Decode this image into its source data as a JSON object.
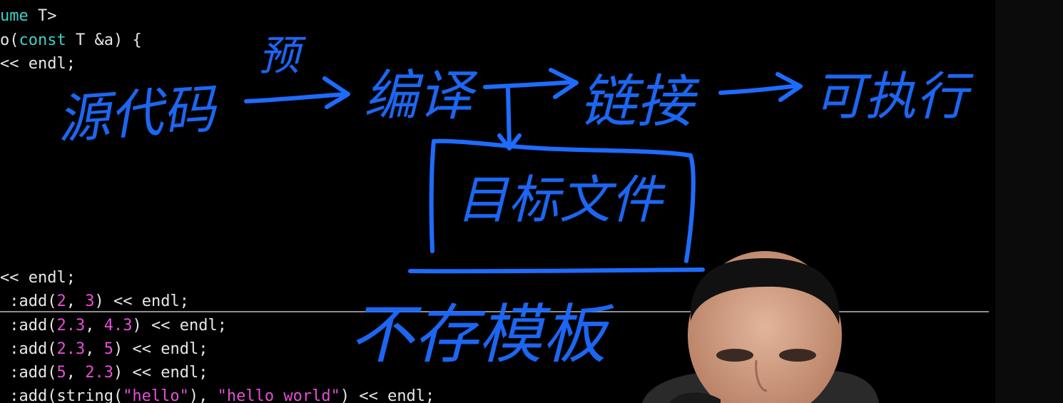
{
  "editor": {
    "code_lines": [
      [
        {
          "t": "ume",
          "c": "kw"
        },
        {
          "t": " T>",
          "c": "plain"
        }
      ],
      [
        {
          "t": "o(",
          "c": "plain"
        },
        {
          "t": "const",
          "c": "kw"
        },
        {
          "t": " T &a) {",
          "c": "plain"
        }
      ],
      [
        {
          "t": "<< endl;",
          "c": "plain"
        }
      ],
      [
        {
          "t": "<< endl;",
          "c": "plain"
        }
      ],
      [
        {
          "t": " :add(",
          "c": "plain"
        },
        {
          "t": "2",
          "c": "num"
        },
        {
          "t": ", ",
          "c": "plain"
        },
        {
          "t": "3",
          "c": "num"
        },
        {
          "t": ") << endl;",
          "c": "plain"
        }
      ],
      [
        {
          "t": " :add(",
          "c": "plain"
        },
        {
          "t": "2.3",
          "c": "num"
        },
        {
          "t": ", ",
          "c": "plain"
        },
        {
          "t": "4.3",
          "c": "num"
        },
        {
          "t": ") << endl;",
          "c": "plain"
        }
      ],
      [
        {
          "t": " :add(",
          "c": "plain"
        },
        {
          "t": "2.3",
          "c": "num"
        },
        {
          "t": ", ",
          "c": "plain"
        },
        {
          "t": "5",
          "c": "num"
        },
        {
          "t": ") << endl;",
          "c": "plain"
        }
      ],
      [
        {
          "t": " :add(",
          "c": "plain"
        },
        {
          "t": "5",
          "c": "num"
        },
        {
          "t": ", ",
          "c": "plain"
        },
        {
          "t": "2.3",
          "c": "num"
        },
        {
          "t": ") << endl;",
          "c": "plain"
        }
      ],
      [
        {
          "t": " :add(string(",
          "c": "plain"
        },
        {
          "t": "\"hello\"",
          "c": "str"
        },
        {
          "t": "), ",
          "c": "plain"
        },
        {
          "t": "\"hello world\"",
          "c": "str"
        },
        {
          "t": ") << endl;",
          "c": "plain"
        }
      ]
    ]
  },
  "annotations": {
    "source_code": "源代码",
    "pre_mark": "预",
    "compile": "编译",
    "link": "链接",
    "executable": "可执行",
    "object_file": "目标文件",
    "no_template": "不存模板"
  },
  "colors": {
    "background": "#000000",
    "ink": "#1e6cff",
    "keyword": "#3fd1c7",
    "number_string": "#e64fd6",
    "code_text": "#e6e6e6"
  }
}
